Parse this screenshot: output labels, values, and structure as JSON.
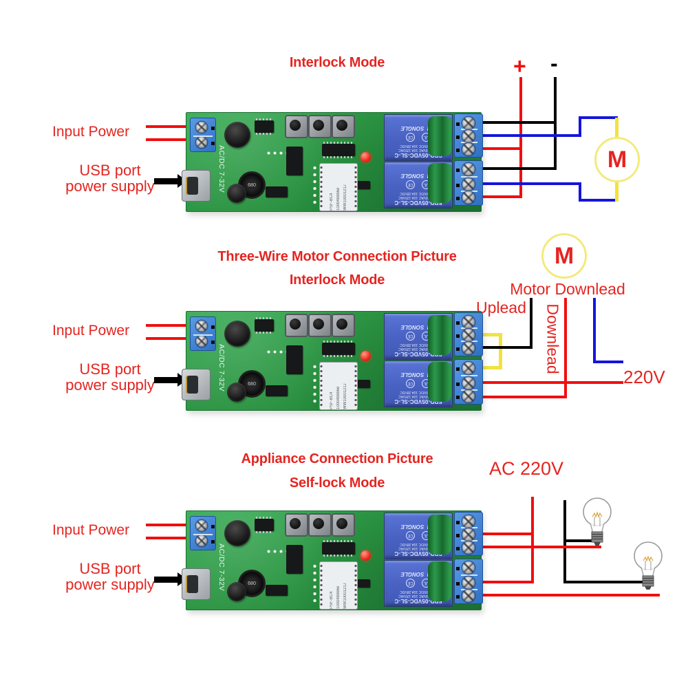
{
  "colors": {
    "label_red": "#e42521",
    "wire_red": "#f10e0e",
    "wire_blue": "#1414dc",
    "wire_yellow": "#f2e23e",
    "wire_black": "#000000",
    "motor_ring": "#f3ea7c"
  },
  "shared": {
    "input_power": "Input Power",
    "usb_line1": "USB port",
    "usb_line2": "power supply"
  },
  "d1": {
    "title": "Interlock Mode",
    "plus": "+",
    "minus": "-",
    "motor": "M"
  },
  "d2": {
    "title": "Three-Wire Motor Connection Picture",
    "subtitle": "Interlock Mode",
    "motor": "M",
    "motor_lead": "Motor Downlead",
    "uplead": "Uplead",
    "downlead": "Downlead",
    "voltage": "220V"
  },
  "d3": {
    "title": "Appliance Connection Picture",
    "subtitle": "Self-lock Mode",
    "voltage": "AC 220V"
  },
  "board": {
    "silkscreen": "AC/DC 7-32V",
    "inductor": "680",
    "wifi_line1": "PSF-BC4",
    "wifi_line2": "10004b9b6e",
    "wifi_line3": "WW1000121J",
    "relay_model": "SRD-05VDC-SL-C",
    "relay_rating1": "10A 250VAC  10A 125VAC",
    "relay_rating2": "10A 30VDC  10A 28VDC",
    "relay_brand": "SONGLE",
    "cert_ul": "UL",
    "cert_ce": "CE"
  }
}
